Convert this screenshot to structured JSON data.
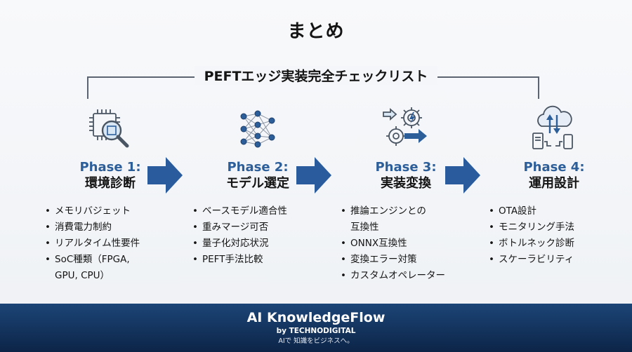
{
  "title": "まとめ",
  "subtitle": "PEFTエッジ実装完全チェックリスト",
  "colors": {
    "accent": "#2c5e9a",
    "arrow": "#2a5b9c",
    "footer": "#12315c"
  },
  "phases": [
    {
      "label": "Phase 1:",
      "name": "環境診断",
      "icon": "chip-magnifier-icon",
      "items": [
        "メモリバジェット",
        "消費電力制約",
        "リアルタイム性要件",
        "SoC種類（FPGA,\nGPU, CPU）"
      ]
    },
    {
      "label": "Phase 2:",
      "name": "モデル選定",
      "icon": "neural-network-icon",
      "items": [
        "ベースモデル適合性",
        "重みマージ可否",
        "量子化対応状況",
        "PEFT手法比較"
      ]
    },
    {
      "label": "Phase 3:",
      "name": "実装変換",
      "icon": "gear-conversion-icon",
      "items": [
        "推論エンジンとの\n互換性",
        "ONNX互換性",
        "変換エラー対策",
        "カスタムオペレーター"
      ]
    },
    {
      "label": "Phase 4:",
      "name": "運用設計",
      "icon": "cloud-devices-icon",
      "items": [
        "OTA設計",
        "モニタリング手法",
        "ボトルネック診断",
        "スケーラビリティ"
      ]
    }
  ],
  "footer": {
    "brand": "AI KnowledgeFlow",
    "by": "by TECHNODIGITAL",
    "tagline": "AIで 知識をビジネスへ。"
  }
}
